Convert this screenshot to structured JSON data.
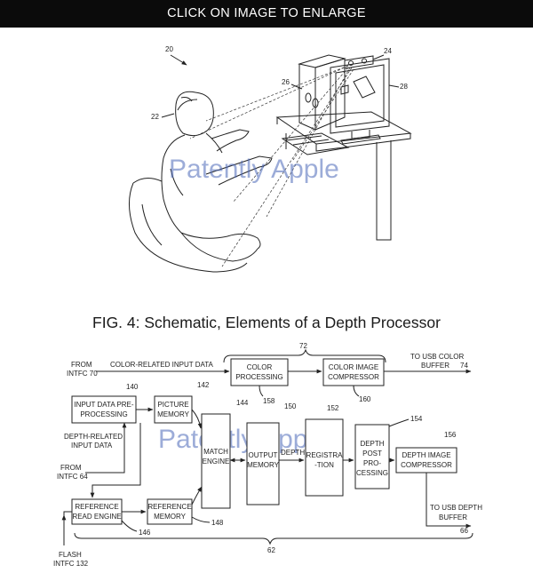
{
  "banner": {
    "text": "CLICK ON IMAGE TO ENLARGE"
  },
  "illustration": {
    "refs": {
      "system": "20",
      "user": "22",
      "sensor": "24",
      "computer": "26",
      "monitor": "28"
    },
    "watermark": "Patently Apple"
  },
  "caption": "FIG. 4: Schematic, Elements of a Depth Processor",
  "schematic": {
    "watermark": "Patently Apple",
    "inputs": {
      "from_intfc70": [
        "FROM",
        "INTFC 70"
      ],
      "color_related": "COLOR-RELATED INPUT DATA",
      "depth_related": [
        "DEPTH-RELATED",
        "INPUT DATA"
      ],
      "from_intfc64": [
        "FROM",
        "INTFC 64"
      ],
      "flash_intfc132": [
        "FLASH",
        "INTFC 132"
      ]
    },
    "outputs": {
      "usb_color": [
        "TO USB COLOR",
        "BUFFER"
      ],
      "usb_color_ref": "74",
      "usb_depth": [
        "TO USB DEPTH",
        "BUFFER"
      ],
      "usb_depth_ref": "66"
    },
    "blocks": {
      "color_processing": [
        "COLOR",
        "PROCESSING"
      ],
      "color_image_compressor": [
        "COLOR IMAGE",
        "COMPRESSOR"
      ],
      "input_preprocessing": [
        "INPUT DATA PRE-",
        "PROCESSING"
      ],
      "picture_memory": [
        "PICTURE",
        "MEMORY"
      ],
      "match_engine": [
        "MATCH",
        "ENGINE"
      ],
      "output_memory": [
        "OUTPUT",
        "MEMORY"
      ],
      "registration": [
        "REGISTRA",
        "-TION"
      ],
      "depth_post_processing": [
        "DEPTH",
        "POST",
        "PRO-",
        "CESSING"
      ],
      "depth_image_compressor": [
        "DEPTH IMAGE",
        "COMPRESSOR"
      ],
      "reference_read_engine": [
        "REFERENCE",
        "READ ENGINE"
      ],
      "reference_memory": [
        "REFERENCE",
        "MEMORY"
      ]
    },
    "link_label_depth": "DEPTH",
    "refs": {
      "r72": "72",
      "r158": "158",
      "r160": "160",
      "r140": "140",
      "r142": "142",
      "r144": "144",
      "r150": "150",
      "r152": "152",
      "r154": "154",
      "r156": "156",
      "r146": "146",
      "r148": "148",
      "r62": "62"
    }
  }
}
